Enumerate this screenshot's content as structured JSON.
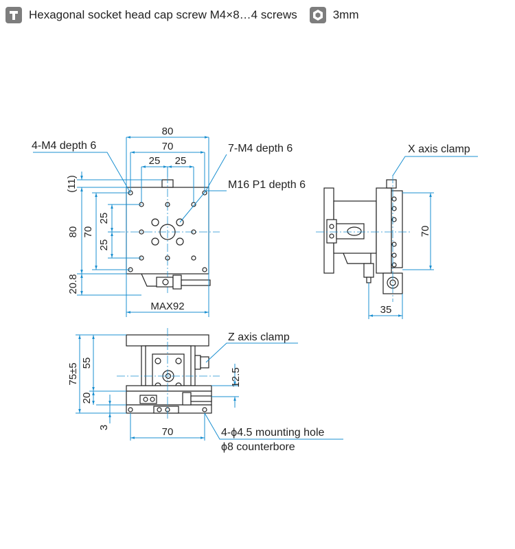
{
  "legend": {
    "screw_icon": "socket-head-screw-icon",
    "screw_text": "Hexagonal socket head cap screw M4×8…4 screws",
    "hex_icon": "hex-key-icon",
    "hex_text": "3mm"
  },
  "labels": {
    "m4_depth_left": "4-M4 depth 6",
    "m4_depth_right": "7-M4 depth 6",
    "m16": "M16 P1 depth 6",
    "x_clamp": "X axis clamp",
    "z_clamp": "Z axis clamp",
    "mount_hole": "4-ϕ4.5 mounting hole",
    "counterbore": "ϕ8 counterbore"
  },
  "dims": {
    "w80": "80",
    "w70": "70",
    "w25a": "25",
    "w25b": "25",
    "h11": "(11)",
    "h80": "80",
    "h70": "70",
    "h25a": "25",
    "h25b": "25",
    "h20_8": "20.8",
    "max92": "MAX92",
    "side70": "70",
    "side35": "35",
    "h75": "75±5",
    "h55": "55",
    "h20": "20",
    "h3": "3",
    "h12_5": "12.5",
    "b70": "70"
  },
  "colors": {
    "accent": "#1a8fd0",
    "line": "#222222",
    "icon": "#7d7d7d"
  }
}
